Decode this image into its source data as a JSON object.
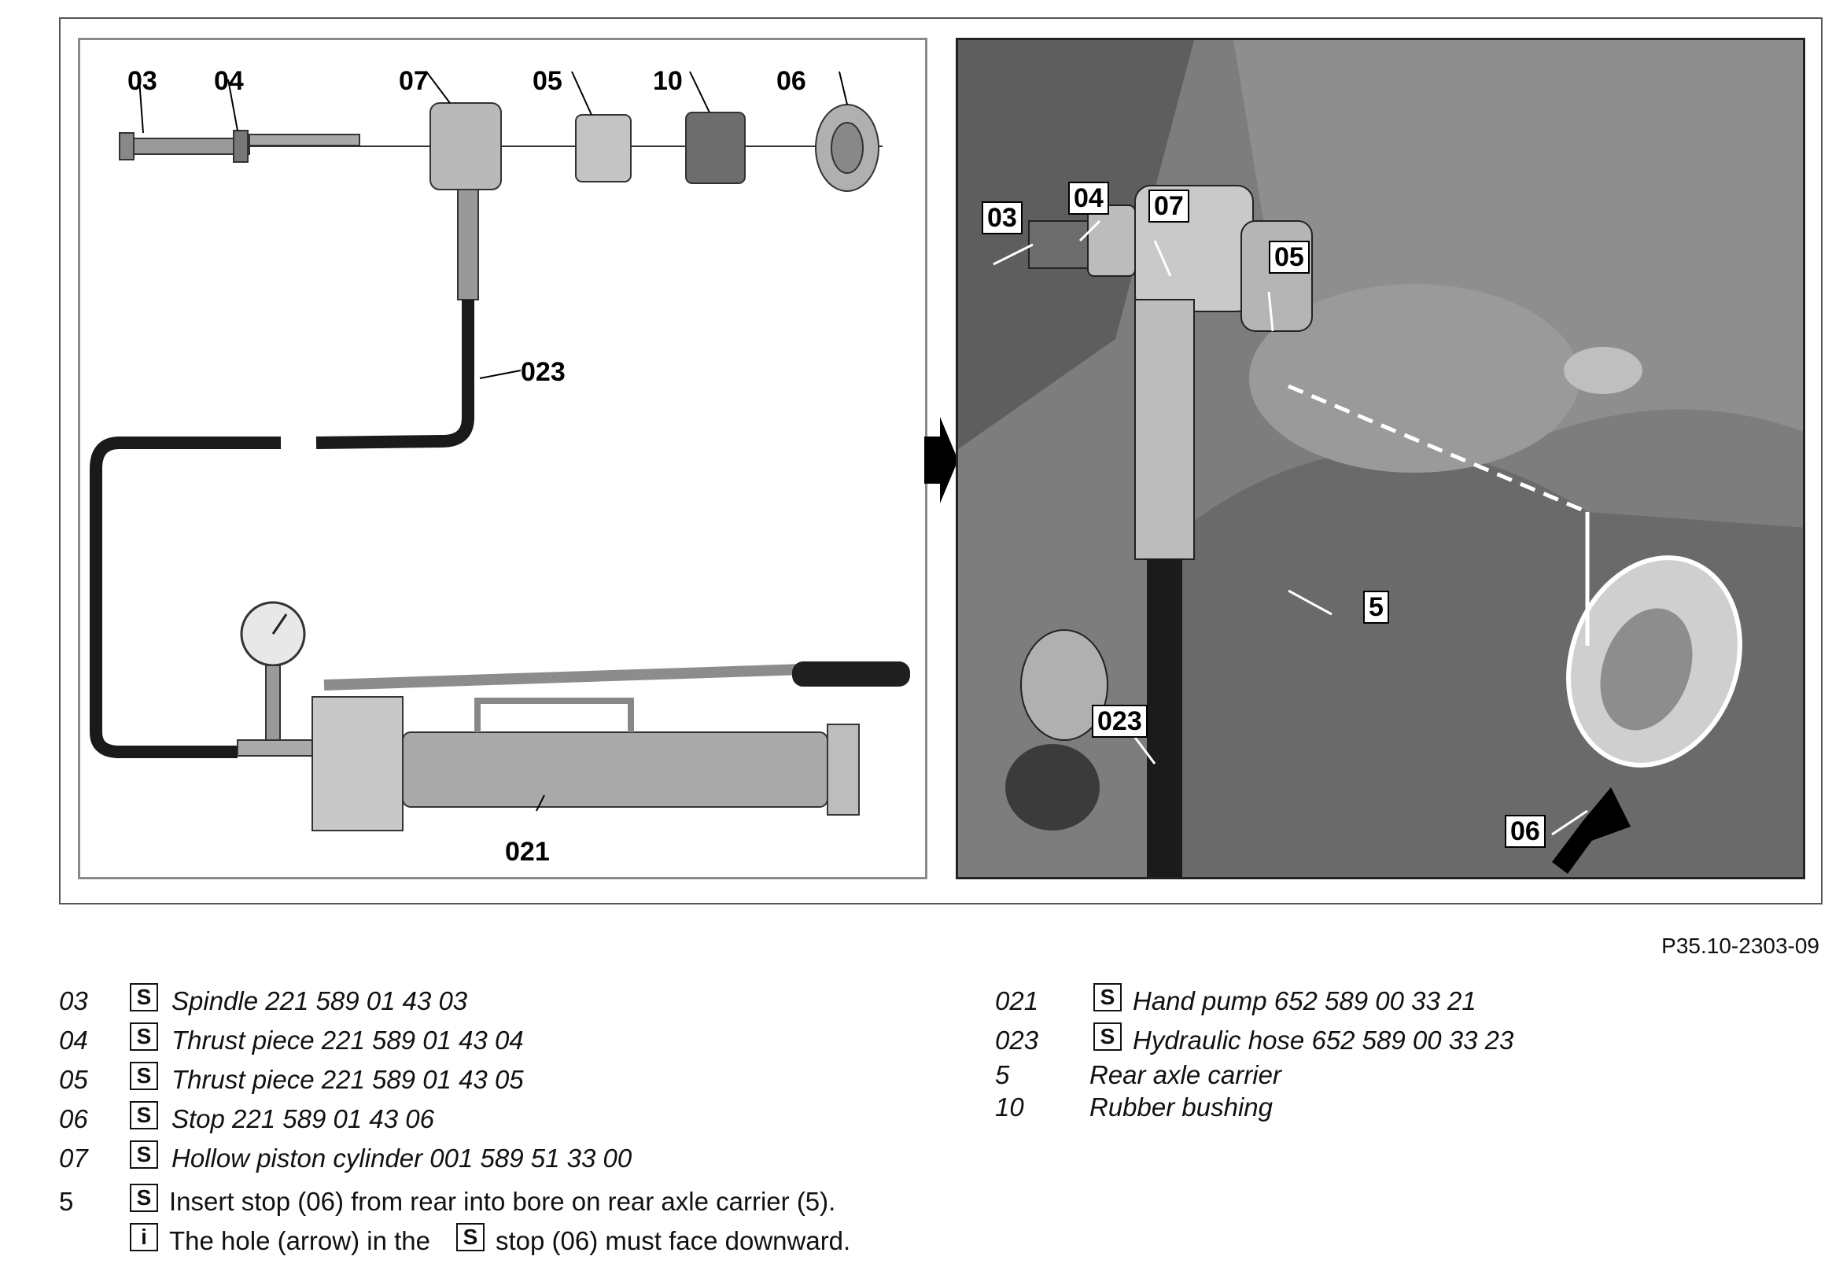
{
  "figure": {
    "left_panel_callouts": [
      "03",
      "04",
      "07",
      "05",
      "10",
      "06",
      "023",
      "021"
    ],
    "right_panel_callouts": [
      "03",
      "04",
      "07",
      "05",
      "5",
      "023",
      "06"
    ],
    "reference": "P35.10-2303-09"
  },
  "icons": {
    "tool": "tool-icon",
    "info": "info-icon",
    "tool_glyph": "S",
    "info_glyph": "i"
  },
  "legend_left": [
    {
      "num": "03",
      "text": "Spindle 221 589 01 43 03"
    },
    {
      "num": "04",
      "text": "Thrust piece 221 589 01 43 04"
    },
    {
      "num": "05",
      "text": "Thrust piece 221 589 01 43 05"
    },
    {
      "num": "06",
      "text": "Stop 221 589 01 43 06"
    },
    {
      "num": "07",
      "text": "Hollow piston cylinder 001 589 51 33 00"
    }
  ],
  "legend_right": [
    {
      "num": "021",
      "text": "Hand pump 652 589 00 33 21"
    },
    {
      "num": "023",
      "text": "Hydraulic hose 652 589 00 33 23"
    },
    {
      "num": "5",
      "text": "Rear axle carrier"
    },
    {
      "num": "10",
      "text": "Rubber bushing"
    }
  ],
  "step": {
    "num": "5",
    "instruction": "Insert stop (06) from rear into bore on rear axle carrier (5).",
    "note_before": "The hole (arrow) in the",
    "note_after": "stop (06) must face downward."
  }
}
